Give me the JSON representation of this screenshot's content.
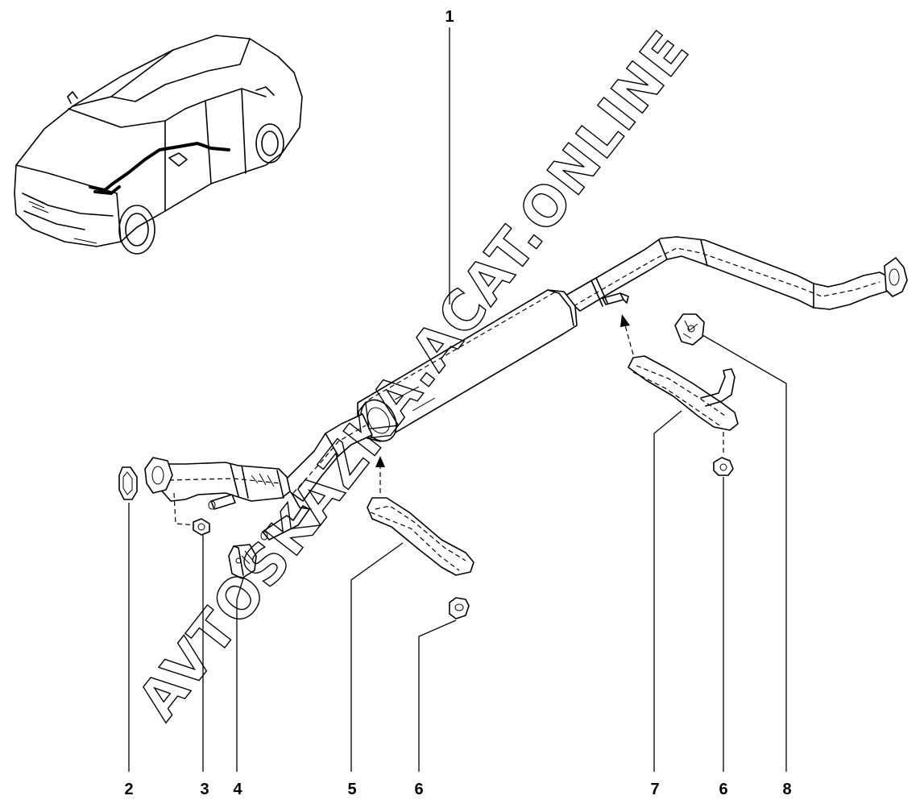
{
  "watermark": "AVTOSKAZKA.ACAT.ONLINE",
  "callouts": [
    {
      "id": "muffler-assembly",
      "label": "1"
    },
    {
      "id": "gasket",
      "label": "2"
    },
    {
      "id": "nut",
      "label": "3"
    },
    {
      "id": "rubber-mount",
      "label": "4"
    },
    {
      "id": "front-heat-shield",
      "label": "5"
    },
    {
      "id": "shield-nut-left",
      "label": "6"
    },
    {
      "id": "rear-heat-shield",
      "label": "7"
    },
    {
      "id": "shield-nut-right",
      "label": "6"
    },
    {
      "id": "rear-rubber-mount",
      "label": "8"
    }
  ],
  "icons": [
    "car-outline-icon",
    "exhaust-system-icon"
  ]
}
